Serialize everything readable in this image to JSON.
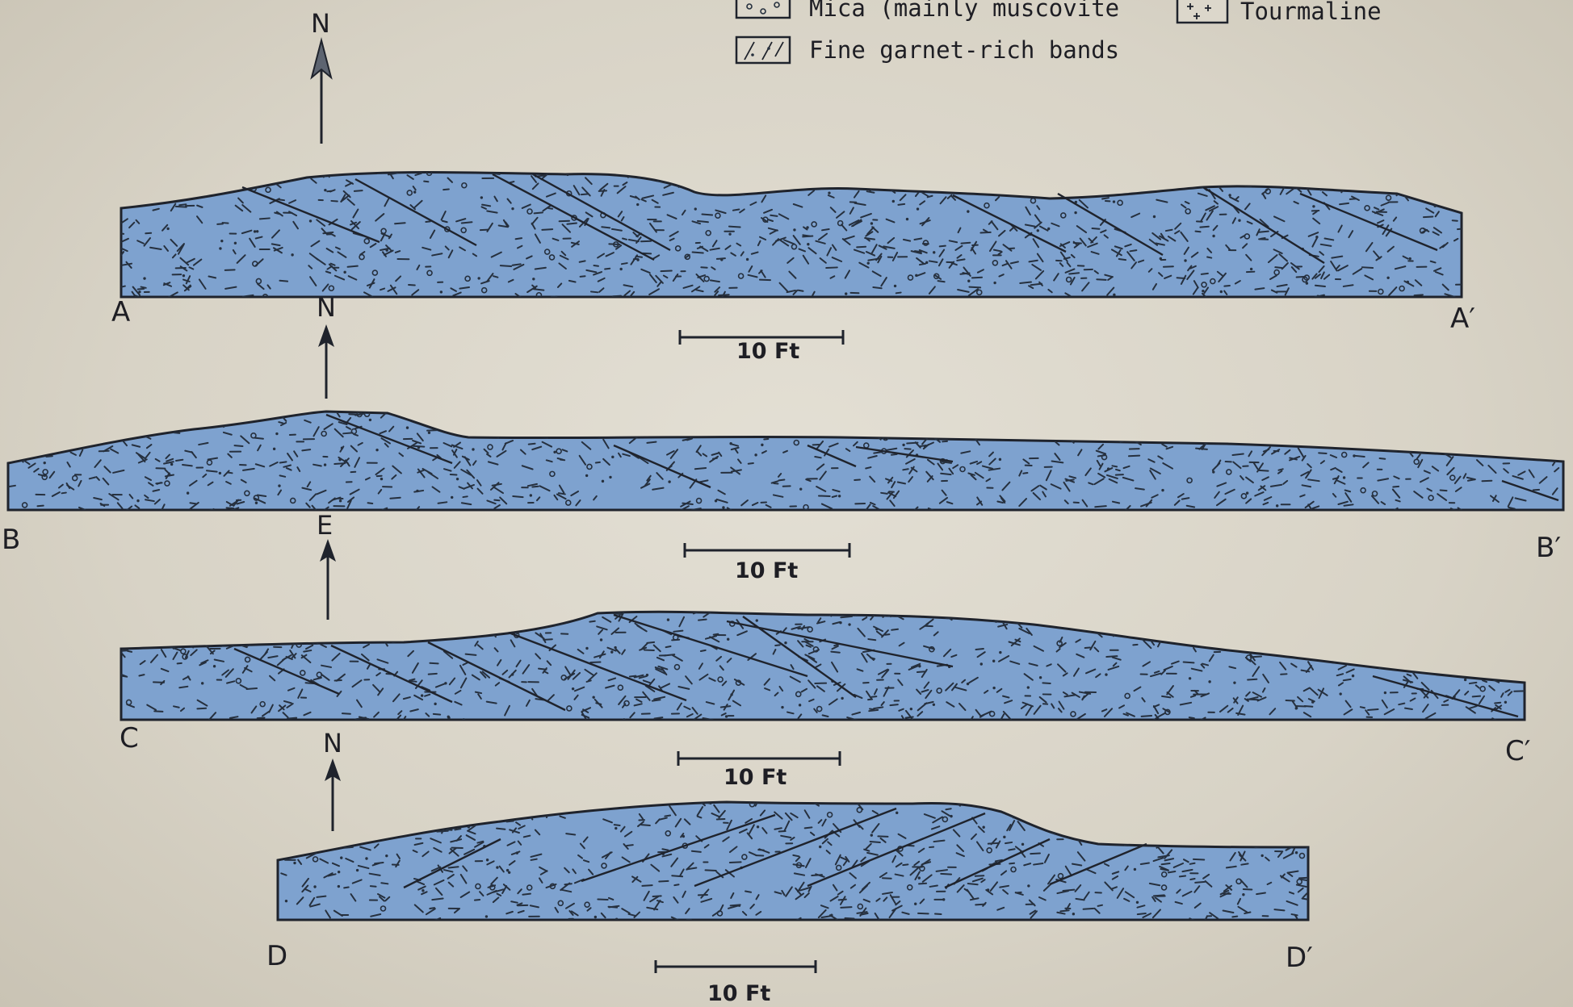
{
  "legend": {
    "items": [
      {
        "label": "Mica (mainly muscovite",
        "icon": "mica-swatch-icon"
      },
      {
        "label": "Tourmaline",
        "icon": "tourmaline-swatch-icon"
      },
      {
        "label": "Fine garnet-rich bands",
        "icon": "garnet-band-swatch-icon"
      }
    ]
  },
  "sections": [
    {
      "start": "A",
      "end": "A′",
      "north": "N",
      "scale": "10 Ft"
    },
    {
      "start": "B",
      "end": "B′",
      "north": "N",
      "scale": "10 Ft"
    },
    {
      "start": "C",
      "end": "C′",
      "north": "E",
      "scale": "10 Ft"
    },
    {
      "start": "D",
      "end": "D′",
      "north": "N",
      "scale": "10 Ft"
    }
  ],
  "top_arrow": {
    "label": "N"
  },
  "colors": {
    "fill": "#7ea2cf",
    "ink": "#1f232c",
    "paper": "#dcd7cb"
  }
}
